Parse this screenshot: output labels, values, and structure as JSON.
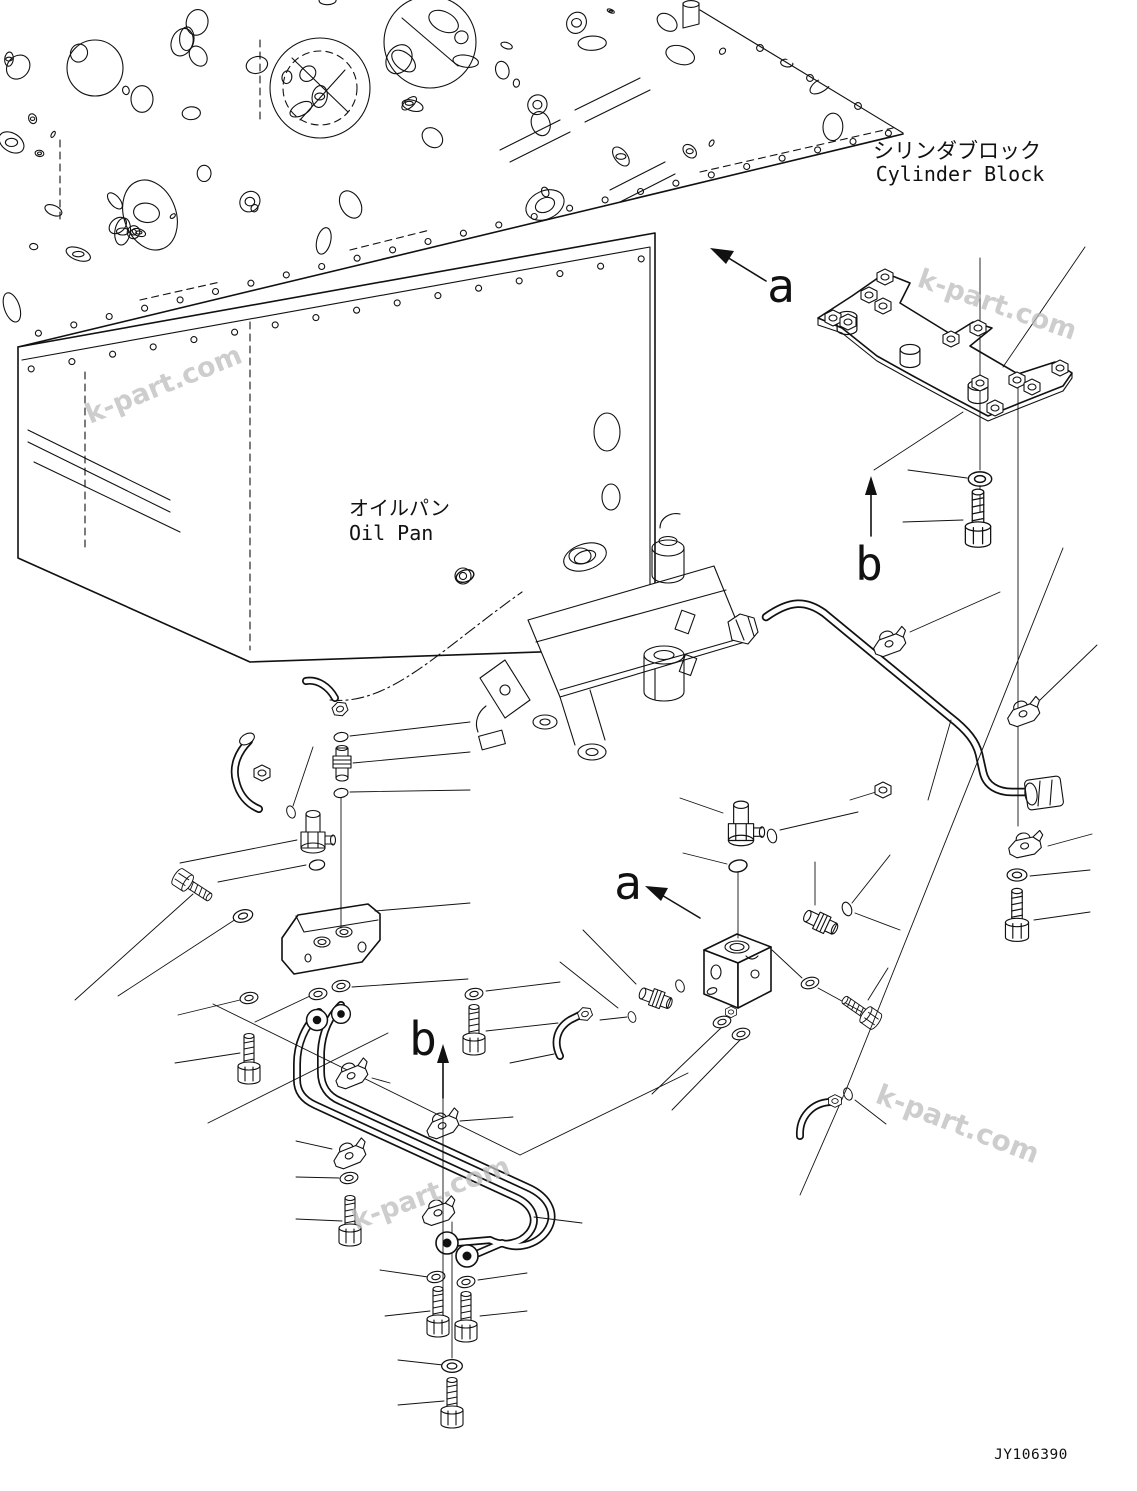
{
  "page": {
    "background": "#ffffff",
    "line_color": "#111111",
    "labels": {
      "cylinder_block_jp": "シリンダブロック",
      "cylinder_block_en": "Cylinder Block",
      "oil_pan_jp": "オイルパン",
      "oil_pan_en": "Oil Pan",
      "view_a": "a",
      "view_b": "b",
      "drawing_number": "JY106390"
    },
    "watermark": {
      "text": "k-part.com",
      "color": "#bdbdbd"
    }
  }
}
